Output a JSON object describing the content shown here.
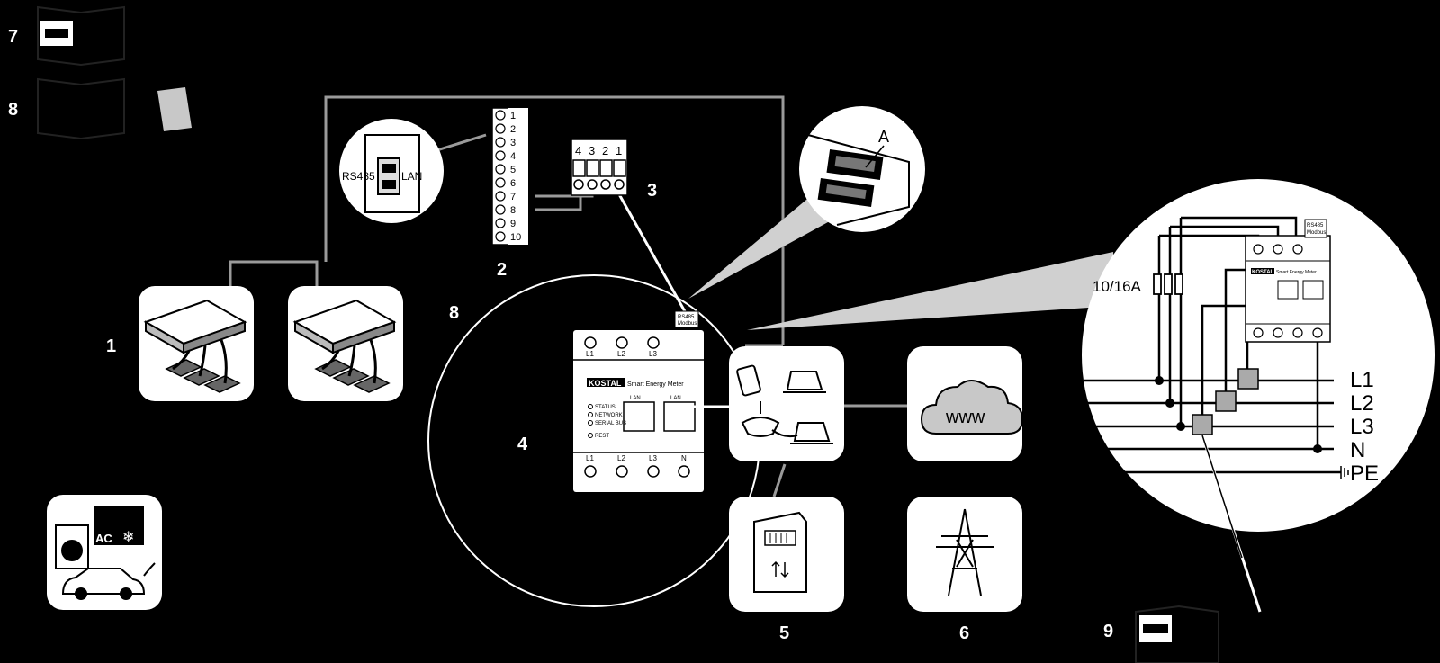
{
  "callouts": [
    "1",
    "2",
    "3",
    "4",
    "5",
    "6",
    "7",
    "8",
    "8",
    "9"
  ],
  "terminal_block": {
    "numbers": [
      "1",
      "2",
      "3",
      "4",
      "5",
      "6",
      "7",
      "8",
      "9",
      "10"
    ]
  },
  "connector": {
    "pins": [
      "4",
      "3",
      "2",
      "1"
    ]
  },
  "inverter_ports": {
    "rs485": "RS485",
    "lan": "LAN"
  },
  "meter": {
    "brand": "KOSTAL",
    "product": "Smart Energy Meter",
    "rs485_tag": [
      "RS485",
      "Modbus"
    ],
    "top_terminals": [
      "L1",
      "L2",
      "L3"
    ],
    "bottom_terminals": [
      "L1",
      "L2",
      "L3",
      "N"
    ],
    "lan_ports": [
      "LAN",
      "LAN"
    ],
    "status_leds": [
      "STATUS",
      "NETWORK",
      "SERIAL BUS",
      "REST"
    ]
  },
  "zoom_port": {
    "label": "A"
  },
  "detail": {
    "fuse": "10/16A",
    "lines": [
      "L1",
      "L2",
      "L3",
      "N",
      "PE"
    ],
    "rs485_tag": [
      "RS485",
      "Modbus"
    ],
    "meter_brand": "KOSTAL",
    "meter_product": "Smart Energy Meter"
  },
  "cloud": {
    "text": "www"
  },
  "loads": {
    "ac_label": "AC"
  },
  "colors": {
    "background": "#000000",
    "line": "#9a9a9a",
    "panel": "#ffffff",
    "block": "#aaaaaa"
  }
}
